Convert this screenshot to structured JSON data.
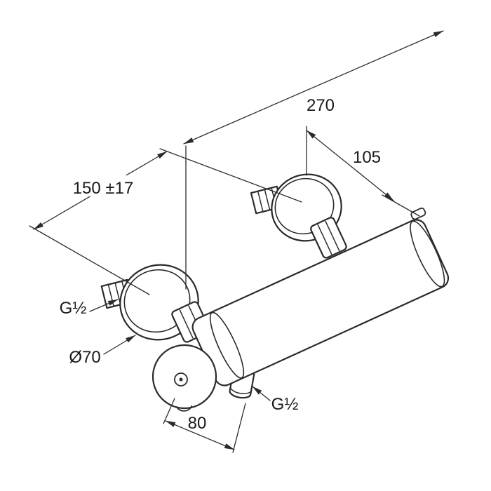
{
  "drawing": {
    "background": "#ffffff",
    "line_color": "#2b2b2b",
    "labels": {
      "overall_width": "270",
      "right_offset": "105",
      "connection_spread": "150 ±17",
      "bottom_offset": "80",
      "wall_thread": "G½",
      "outlet_thread": "G½",
      "escutcheon_diameter": "Ø70"
    }
  }
}
